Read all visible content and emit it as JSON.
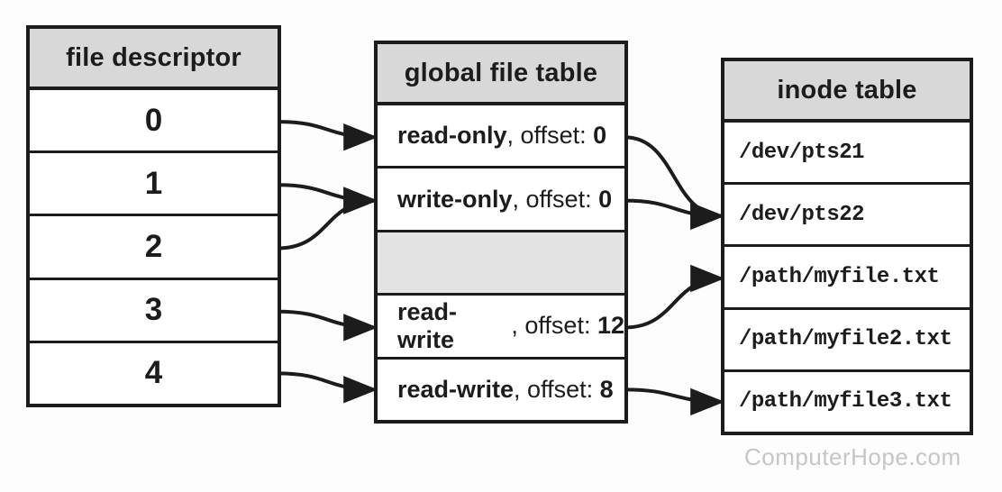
{
  "colors": {
    "background": "#fdfdfd",
    "header_bg": "#d8d8d8",
    "empty_row_bg": "#e3e3e3",
    "border": "#1c1c1c",
    "text": "#1c1c1c",
    "arrow": "#1c1c1c",
    "watermark": "#c6c6c6"
  },
  "fd_table": {
    "title": "file descriptor",
    "rows": [
      {
        "id": "fd-0",
        "label": "0"
      },
      {
        "id": "fd-1",
        "label": "1"
      },
      {
        "id": "fd-2",
        "label": "2"
      },
      {
        "id": "fd-3",
        "label": "3"
      },
      {
        "id": "fd-4",
        "label": "4"
      }
    ]
  },
  "gft_table": {
    "title": "global file table",
    "rows": [
      {
        "id": "gft-read-only",
        "mode": "read-only",
        "offset_label": ", offset: ",
        "offset": "0"
      },
      {
        "id": "gft-write-only",
        "mode": "write-only",
        "offset_label": ", offset: ",
        "offset": "0"
      },
      {
        "id": "gft-empty",
        "mode": "",
        "offset_label": "",
        "offset": ""
      },
      {
        "id": "gft-read-write-12",
        "mode": "read-write",
        "offset_label": ", offset: ",
        "offset": "12"
      },
      {
        "id": "gft-read-write-8",
        "mode": "read-write",
        "offset_label": ", offset: ",
        "offset": "8"
      }
    ]
  },
  "inode_table": {
    "title": "inode table",
    "rows": [
      {
        "id": "inode-dev-pts21",
        "label": "/dev/pts21"
      },
      {
        "id": "inode-dev-pts22",
        "label": "/dev/pts22"
      },
      {
        "id": "inode-path-myfile",
        "label": "/path/myfile.txt"
      },
      {
        "id": "inode-path-myfile2",
        "label": "/path/myfile2.txt"
      },
      {
        "id": "inode-path-myfile3",
        "label": "/path/myfile3.txt"
      }
    ]
  },
  "connections": [
    {
      "from": "fd-0",
      "to": "gft-read-only"
    },
    {
      "from": "fd-1",
      "to": "gft-write-only"
    },
    {
      "from": "fd-2",
      "to": "gft-write-only"
    },
    {
      "from": "fd-3",
      "to": "gft-read-write-12"
    },
    {
      "from": "fd-4",
      "to": "gft-read-write-8"
    },
    {
      "from": "gft-read-only",
      "to": "inode-dev-pts22"
    },
    {
      "from": "gft-write-only",
      "to": "inode-dev-pts22"
    },
    {
      "from": "gft-read-write-12",
      "to": "inode-path-myfile"
    },
    {
      "from": "gft-read-write-8",
      "to": "inode-path-myfile3"
    }
  ],
  "watermark": {
    "label": "ComputerHope.com"
  }
}
